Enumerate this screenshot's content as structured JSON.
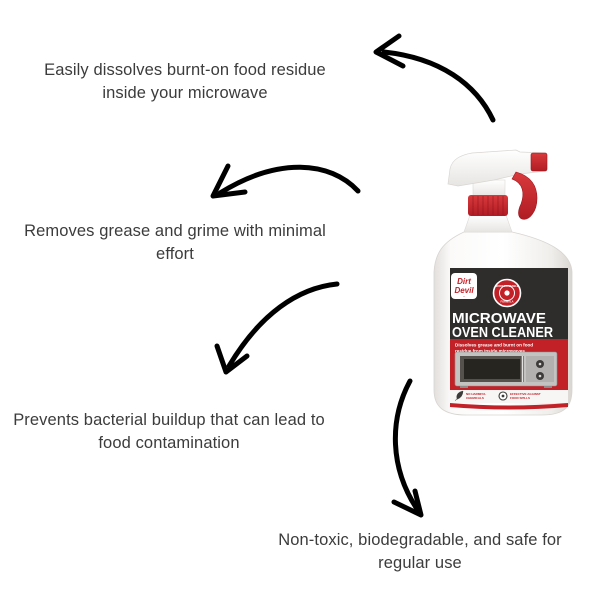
{
  "canvas": {
    "background": "#ffffff",
    "text_color": "#3c3c3c",
    "arrow_color": "#000000"
  },
  "callouts": [
    {
      "line1": "Easily dissolves burnt-on food residue",
      "line2": "inside your microwave"
    },
    {
      "line1": "Removes grease and grime with minimal",
      "line2": "effort"
    },
    {
      "line1": "Prevents bacterial buildup that can lead to",
      "line2": "food contamination"
    },
    {
      "line1": "Non-toxic, biodegradable, and safe for",
      "line2": "regular use"
    }
  ],
  "arrows": [
    {
      "name": "curved-arrow-top",
      "direction": "pointing-upper-left"
    },
    {
      "name": "curved-arrow-middle",
      "direction": "pointing-left"
    },
    {
      "name": "curved-arrow-lower",
      "direction": "pointing-down-left"
    },
    {
      "name": "curved-arrow-bottom",
      "direction": "pointing-down-right"
    }
  ],
  "product": {
    "brand": {
      "line1": "Dirt",
      "line2": "Devil"
    },
    "badge": {
      "line1": "BIODEGRADABLE",
      "line2": "FORMULA"
    },
    "title": {
      "line1": "MICROWAVE",
      "line2": "OVEN CLEANER"
    },
    "subtitle": {
      "line1": "Dissolves grease and burnt on food",
      "line2": "residue from inside microwaves"
    },
    "footer": {
      "left": {
        "line1": "NO HARMFUL",
        "line2": "CHEMICALS"
      },
      "right": {
        "line1": "EFFECTIVE AGAINST",
        "line2": "FOOD SPILLS"
      }
    },
    "colors": {
      "red": "#c32128",
      "label_dark": "#2e2d2c",
      "bottle_white": "#f6f5f3"
    }
  }
}
